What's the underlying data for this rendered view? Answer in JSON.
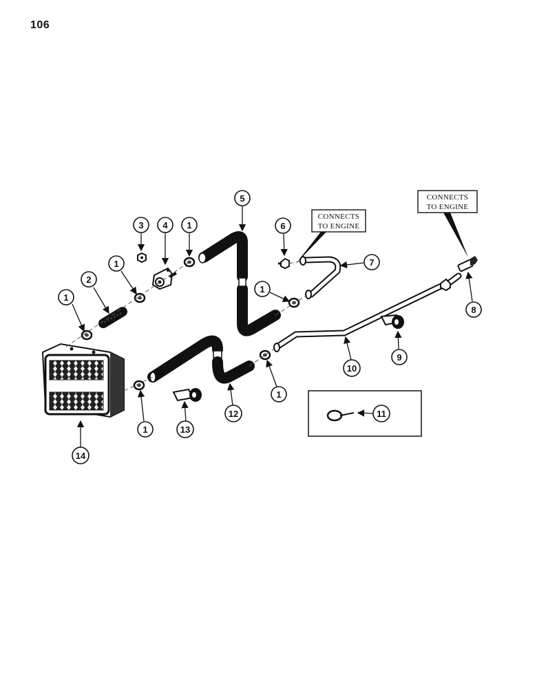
{
  "page_number": "106",
  "notes": {
    "connects_to_engine_1": [
      "CONNECTS",
      "TO ENGINE"
    ],
    "connects_to_engine_2": [
      "CONNECTS",
      "TO ENGINE"
    ]
  },
  "callouts": {
    "c1a": "1",
    "c1b": "1",
    "c1c": "1",
    "c1d": "1",
    "c1e": "1",
    "c1f": "1",
    "c2": "2",
    "c3": "3",
    "c4": "4",
    "c5": "5",
    "c6": "6",
    "c7": "7",
    "c8": "8",
    "c9": "9",
    "c10": "10",
    "c11": "11",
    "c12": "12",
    "c13": "13",
    "c14": "14"
  }
}
